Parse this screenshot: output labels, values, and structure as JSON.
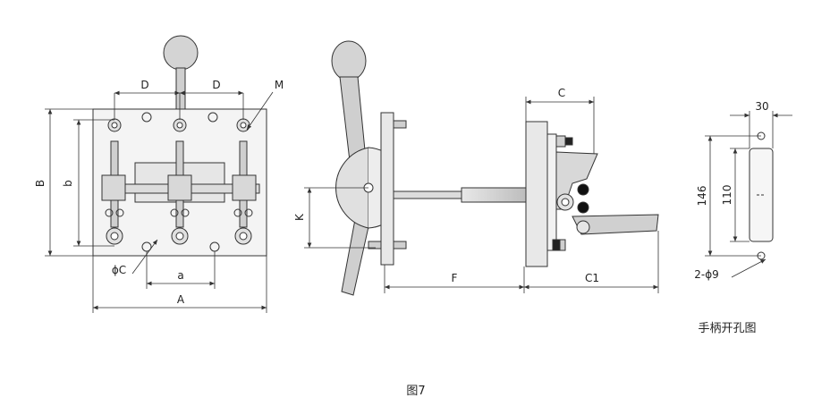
{
  "front_view": {
    "dim_D_left": "D",
    "dim_D_right": "D",
    "dim_M": "M",
    "dim_B": "B",
    "dim_b": "b",
    "dim_phiC": "ϕC",
    "dim_a": "a",
    "dim_A": "A"
  },
  "side_view": {
    "dim_C": "C",
    "dim_K": "K",
    "dim_F": "F",
    "dim_C1": "C1"
  },
  "cutout": {
    "dim_30": "30",
    "dim_146": "146",
    "dim_110": "110",
    "dim_holes": "2-ϕ9",
    "title": "手柄开孔图"
  },
  "figure_caption": "图7"
}
